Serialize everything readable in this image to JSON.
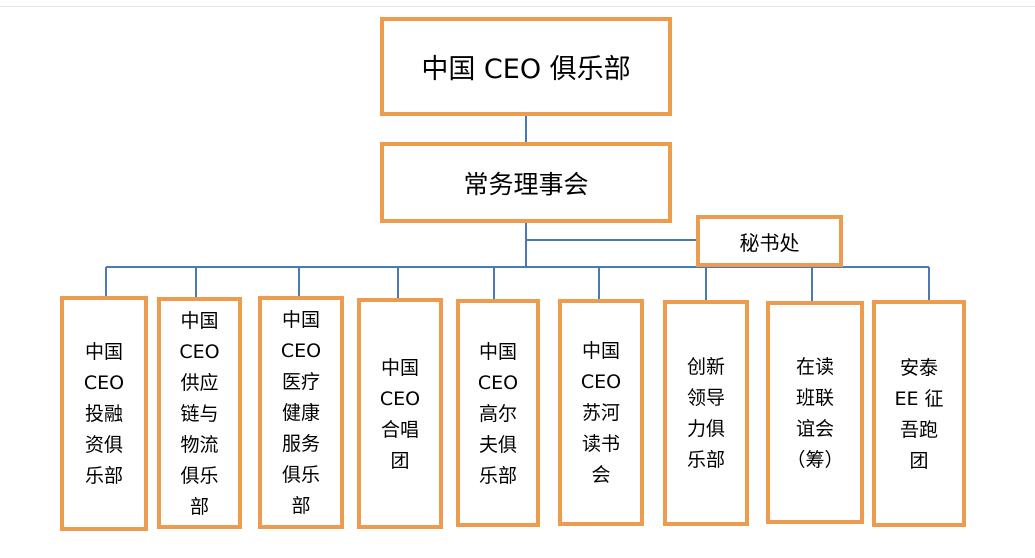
{
  "diagram": {
    "root": "中国 CEO 俱乐部",
    "council": "常务理事会",
    "secretariat": "秘书处",
    "clubs": [
      {
        "lines": [
          "中国",
          "CEO",
          "投融",
          "资俱",
          "乐部"
        ]
      },
      {
        "lines": [
          "中国",
          "CEO",
          "供应",
          "链与",
          "物流",
          "俱乐",
          "部"
        ]
      },
      {
        "lines": [
          "中国",
          "CEO",
          "医疗",
          "健康",
          "服务",
          "俱乐",
          "部"
        ]
      },
      {
        "lines": [
          "中国",
          "CEO",
          "合唱",
          "团"
        ]
      },
      {
        "lines": [
          "中国",
          "CEO",
          "高尔",
          "夫俱",
          "乐部"
        ]
      },
      {
        "lines": [
          "中国",
          "CEO",
          "苏河",
          "读书",
          "会"
        ]
      },
      {
        "lines": [
          "创新",
          "领导",
          "力俱",
          "乐部"
        ]
      },
      {
        "lines": [
          "在读",
          "班联",
          "谊会",
          "（筹）"
        ]
      },
      {
        "lines": [
          "安泰",
          "EE 征",
          "吾跑",
          "团"
        ]
      }
    ],
    "colors": {
      "box_border": "#ed9c4f",
      "connector": "#4a7ab5"
    }
  }
}
